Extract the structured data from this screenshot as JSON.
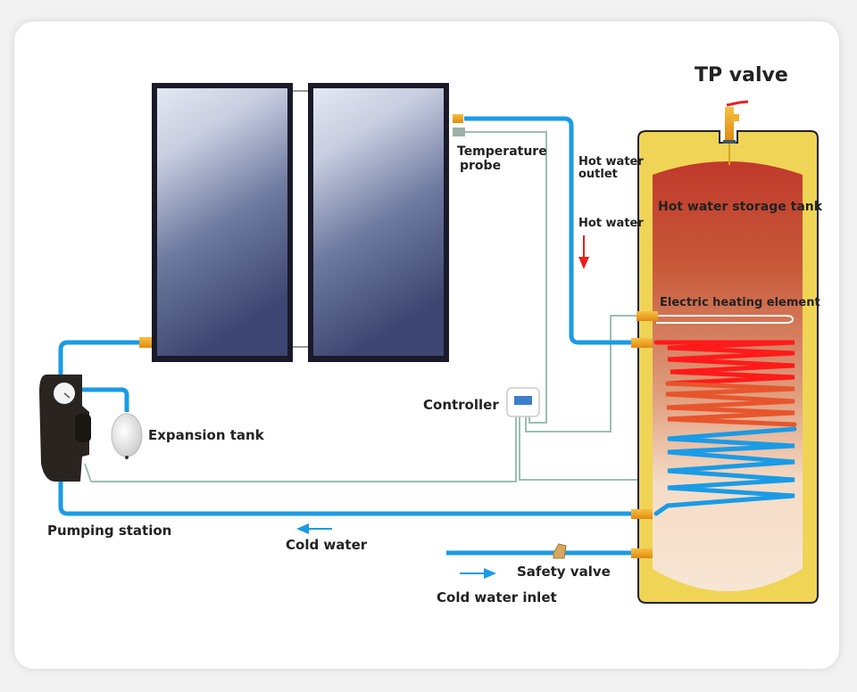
{
  "labels": {
    "tp_valve": "TP valve",
    "temperature_probe_line1": "Temperature",
    "temperature_probe_line2": "probe",
    "hot_water_outlet_line1": "Hot water",
    "hot_water_outlet_line2": "outlet",
    "hot_water": "Hot water",
    "hot_water_storage_tank": "Hot water storage tank",
    "electric_heating_element": "Electric heating element",
    "controller": "Controller",
    "expansion_tank": "Expansion tank",
    "pumping_station": "Pumping station",
    "cold_water": "Cold water",
    "safety_valve": "Safety valve",
    "cold_water_inlet": "Cold water inlet"
  },
  "colors": {
    "pipe_blue": "#1a9be6",
    "sensor_wire": "#9cbfb2",
    "tank_shell": "#f0d455",
    "tank_hot": "#c0392b",
    "tank_cold": "#f7e6d4",
    "coil_hot": "#ff1a1a",
    "coil_warm": "#e8552c",
    "coil_cold": "#1a9be6",
    "fitting": "#f0a020",
    "arrow_hot": "#e8201a",
    "arrow_cold": "#1a9be6"
  }
}
